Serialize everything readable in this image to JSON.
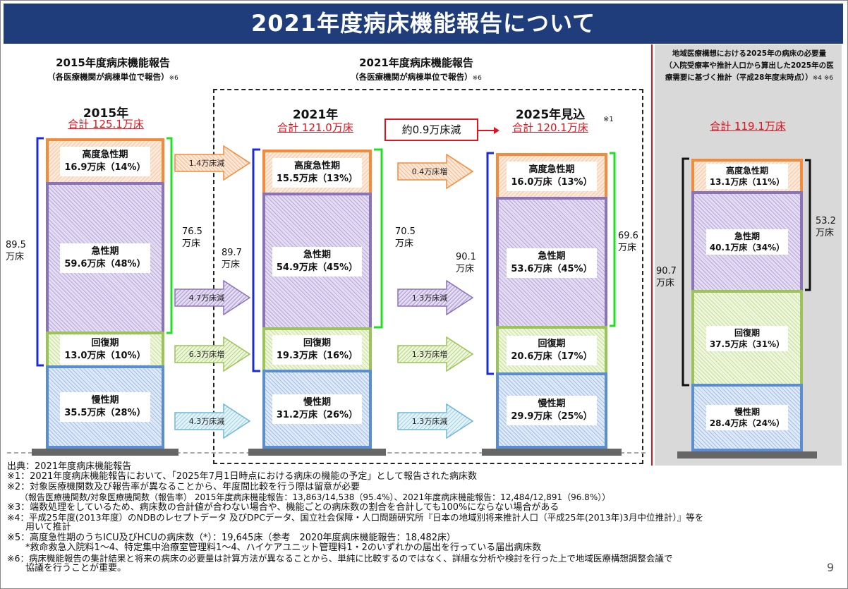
{
  "title": "2021年度病床機能報告について",
  "page_number": "9",
  "left_header": {
    "title": "2015年度病床機能報告",
    "subtitle": "（各医療機関が病棟単位で報告）",
    "mark": "※6"
  },
  "mid_header": {
    "title": "2021年度病床機能報告",
    "subtitle": "（各医療機関が病棟単位で報告）",
    "mark": "※6"
  },
  "right_header": {
    "line1": "地域医療構想における2025年の病床の必要量",
    "line2": "（入院受療率や推計人口から算出した2025年の医",
    "line3": "療需要に基づく推計（平成28年度末時点））",
    "mark": "※4 ※6"
  },
  "col2015": {
    "year": "2015年",
    "total": "合計 125.1万床",
    "brace_left": [
      "89.5",
      "万床"
    ],
    "brace_right": [
      "76.5",
      "万床"
    ],
    "segments": [
      {
        "name": "高度急性期",
        "value": "16.9万床（14%）"
      },
      {
        "name": "急性期",
        "value": "59.6万床（48%）"
      },
      {
        "name": "回復期",
        "value": "13.0万床（10%）"
      },
      {
        "name": "慢性期",
        "value": "35.5万床（28%）"
      }
    ]
  },
  "col2021": {
    "year": "2021年",
    "total": "合計 121.0万床",
    "brace_left": [
      "89.7",
      "万床"
    ],
    "brace_right": [
      "70.5",
      "万床"
    ],
    "segments": [
      {
        "name": "高度急性期",
        "value": "15.5万床（13%）"
      },
      {
        "name": "急性期",
        "value": "54.9万床（45%）"
      },
      {
        "name": "回復期",
        "value": "19.3万床（16%）"
      },
      {
        "name": "慢性期",
        "value": "31.2万床（26%）"
      }
    ]
  },
  "col2025": {
    "year": "2025年見込",
    "total": "合計 120.1万床",
    "mark": "※1",
    "brace_left": [
      "90.1",
      "万床"
    ],
    "brace_right": [
      "69.6",
      "万床"
    ],
    "segments": [
      {
        "name": "高度急性期",
        "value": "16.0万床（13%）"
      },
      {
        "name": "急性期",
        "value": "53.6万床（45%）"
      },
      {
        "name": "回復期",
        "value": "20.6万床（17%）"
      },
      {
        "name": "慢性期",
        "value": "29.9万床（25%）"
      }
    ]
  },
  "colNeed": {
    "total": "合計 119.1万床",
    "brace_left": [
      "90.7",
      "万床"
    ],
    "brace_right": [
      "53.2",
      "万床"
    ],
    "segments": [
      {
        "name": "高度急性期",
        "value": "13.1万床（11%）"
      },
      {
        "name": "急性期",
        "value": "40.1万床（34%）"
      },
      {
        "name": "回復期",
        "value": "37.5万床（31%）"
      },
      {
        "name": "慢性期",
        "value": "28.4万床（24%）"
      }
    ]
  },
  "reduction_box": "約0.9万床減",
  "arrows_a": [
    "1.4万床減",
    "4.7万床減",
    "6.3万床増",
    "4.3万床減"
  ],
  "arrows_b": [
    "0.4万床増",
    "1.3万床減",
    "1.3万床増",
    "1.3万床減"
  ],
  "colors": {
    "high": "#f28c3a",
    "acute": "#8b73b8",
    "recovery": "#9cc35a",
    "chronic": "#5a8ed0",
    "title_bg": "#1f3d7a",
    "accent_red": "#e0141e"
  },
  "notes": [
    "出典：2021年度病床機能報告",
    "※1：2021年度病床機能報告において、「2025年7月1日時点における病床の機能の予定」として報告された病床数",
    "※2：対象医療機関数及び報告率が異なることから、年度間比較を行う際は留意が必要",
    "　　（報告医療機関数/対象医療機関数（報告率） 2015年度病床機能報告：13,863/14,538（95.4%）、2021年度病床機能報告：12,484/12,891（96.8%））",
    "※3：端数処理をしているため、病床数の合計値が合わない場合や、機能ごとの病床数の割合を合計しても100%にならない場合がある",
    "※4：平成25年度(2013年度）のNDBのレセプトデータ 及びDPCデータ、国立社会保障・人口問題研究所『日本の地域別将来推計人口（平成25年(2013年)3月中位推計）』等を",
    "　　用いて推計",
    "※5：高度急性期のうちICU及びHCUの病床数（*）：19,645床（参考　2020年度病床機能報告：18,482床）",
    "　　*救命救急入院料1～4、特定集中治療室管理料1～4、ハイケアユニット管理料1・2のいずれかの届出を行っている届出病床数",
    "※6：病床機能報告の集計結果と将来の病床の必要量は計算方法が異なることから、単純に比較するのではなく、詳細な分析や検討を行った上で地域医療構想調整会議で",
    "　　協議を行うことが重要。"
  ]
}
